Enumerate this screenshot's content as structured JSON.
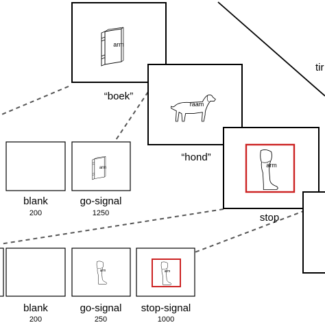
{
  "main_sequence": {
    "trial_1": {
      "label": "“boek”",
      "overlay_word": "arm"
    },
    "trial_2": {
      "label": "“hond”",
      "overlay_word": "raam"
    },
    "trial_3": {
      "label": "stop",
      "overlay_word": "arm"
    },
    "time_label": "tir"
  },
  "go_trial": {
    "frames": [
      {
        "label": "blank",
        "duration": "200"
      },
      {
        "label": "go-signal",
        "duration": "1250",
        "overlay_word": "arm"
      }
    ]
  },
  "stop_trial": {
    "frames": [
      {
        "label": "blank",
        "duration": "200"
      },
      {
        "label": "go-signal",
        "duration": "250",
        "overlay_word": "arm"
      },
      {
        "label": "stop-signal",
        "duration": "1000",
        "overlay_word": "arm"
      }
    ]
  },
  "colors": {
    "stop_border": "#cc2222",
    "line": "#000000",
    "dash": "#555555"
  }
}
